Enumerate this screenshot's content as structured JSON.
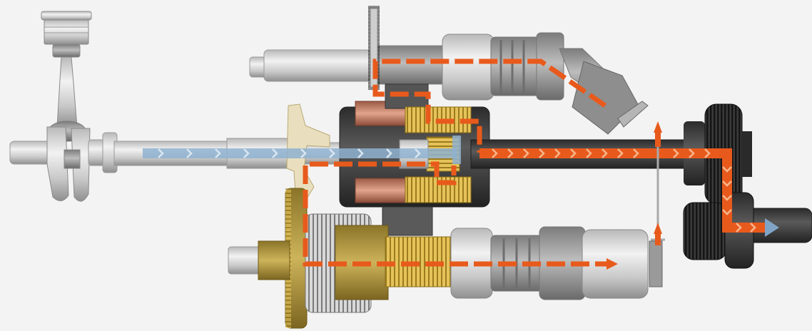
{
  "diagram": {
    "components": [
      {
        "id": "piston",
        "icon": "piston-icon"
      },
      {
        "id": "connecting-rod",
        "icon": "connecting-rod-icon"
      },
      {
        "id": "crankshaft",
        "icon": "crankshaft-icon"
      },
      {
        "id": "input-shaft",
        "icon": "shaft-icon"
      },
      {
        "id": "dual-clutch-housing",
        "icon": "clutch-icon"
      },
      {
        "id": "planetary-gearset",
        "icon": "gear-icon"
      },
      {
        "id": "upper-shaft",
        "icon": "shaft-icon"
      },
      {
        "id": "upper-spur-gear",
        "icon": "gear-icon"
      },
      {
        "id": "upper-electric-motor",
        "icon": "motor-icon"
      },
      {
        "id": "lower-clutch-pack",
        "icon": "clutch-icon"
      },
      {
        "id": "lower-spur-gear",
        "icon": "gear-icon"
      },
      {
        "id": "lower-electric-motor",
        "icon": "motor-icon"
      },
      {
        "id": "output-shaft",
        "icon": "shaft-icon"
      },
      {
        "id": "output-gear-upper",
        "icon": "gear-icon"
      },
      {
        "id": "output-gear-lower",
        "icon": "gear-icon"
      }
    ],
    "flows": [
      {
        "id": "engine-power-flow",
        "color": "#7fa4c6",
        "style": "chevrons"
      },
      {
        "id": "electric-power-flow-upper",
        "color": "#e85a1c",
        "style": "dashed"
      },
      {
        "id": "electric-power-flow-lower",
        "color": "#e85a1c",
        "style": "dashed"
      },
      {
        "id": "combined-output-flow",
        "color": "#e85a1c",
        "style": "chevrons"
      }
    ],
    "colors": {
      "background": "#f3f3f3",
      "metal_light": "#d8d8d8",
      "metal_dark": "#3e3e3e",
      "brass": "#b89a3a",
      "gold": "#d9b340",
      "copper": "#c9856b",
      "orange_flow": "#e85a1c",
      "blue_flow": "#7fa4c6"
    }
  }
}
